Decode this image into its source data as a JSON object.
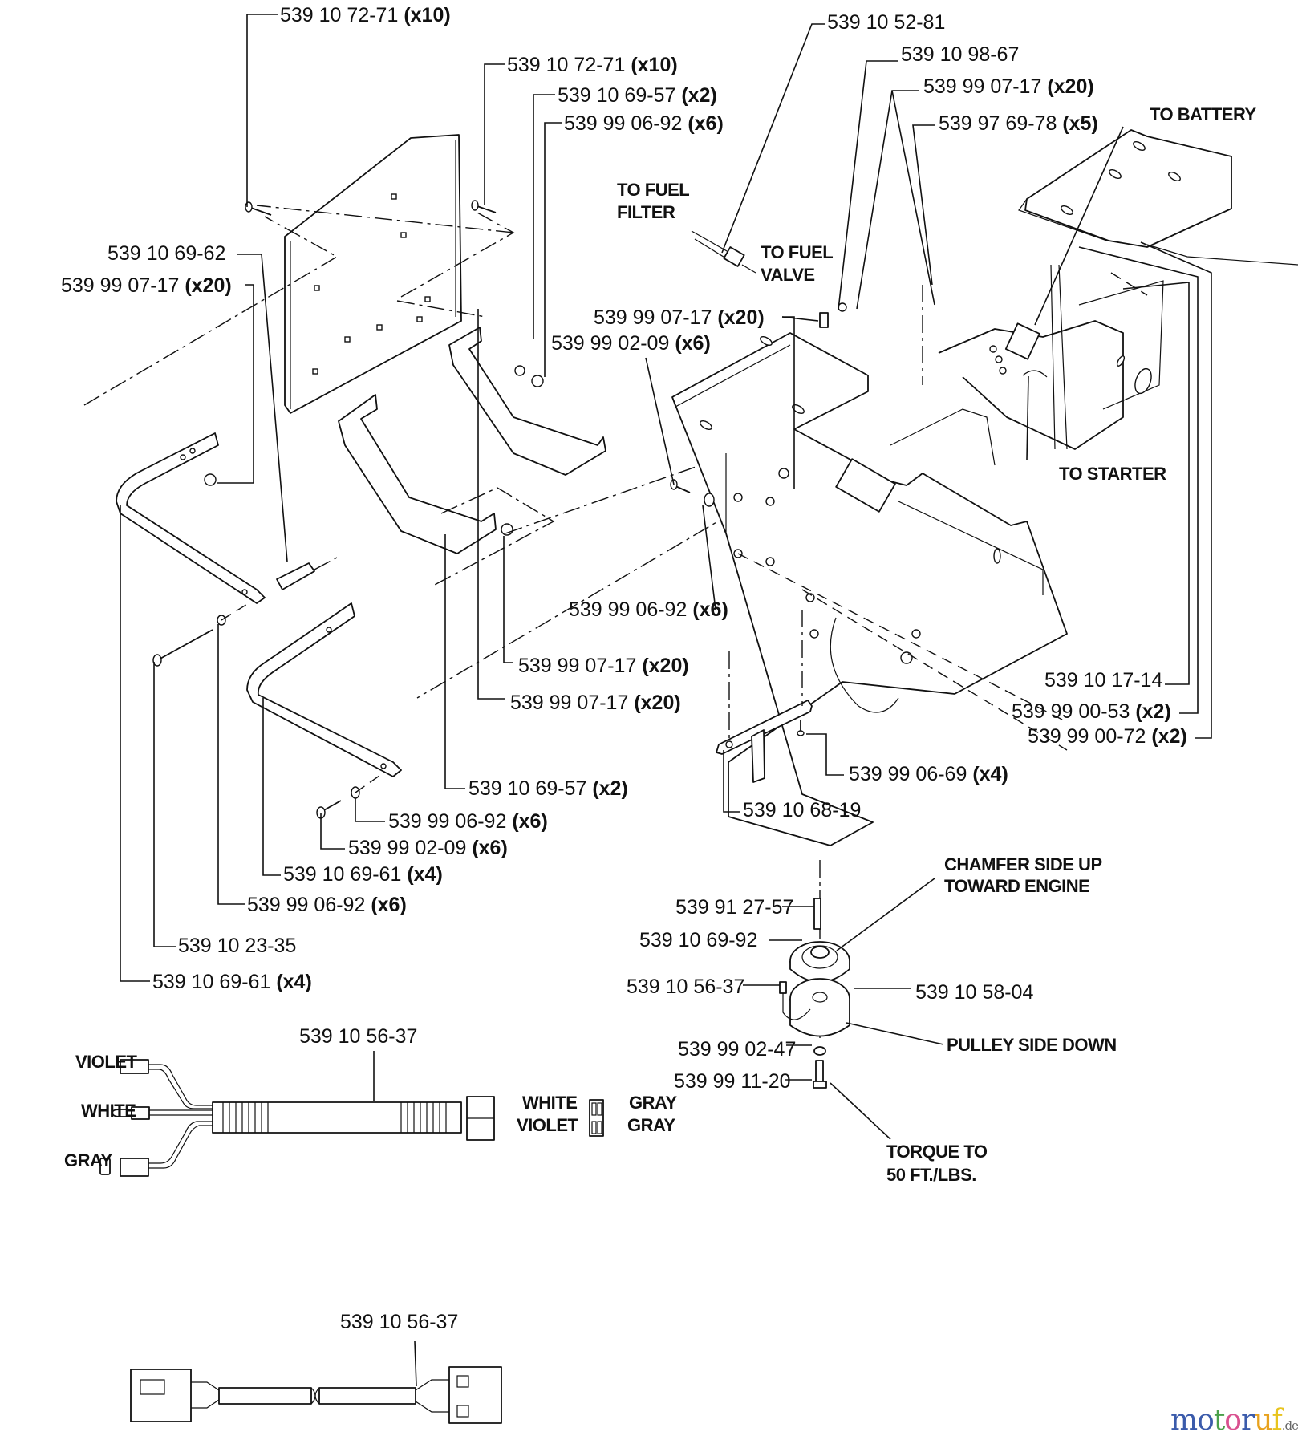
{
  "diagram": {
    "title": "Electrical clutch / frame mounting exploded parts diagram",
    "labels": [
      {
        "id": "l1",
        "part": "539 10 72-71",
        "qty": "(x10)"
      },
      {
        "id": "l2",
        "part": "539 10 72-71",
        "qty": "(x10)"
      },
      {
        "id": "l3",
        "part": "539 10 69-57",
        "qty": "(x2)"
      },
      {
        "id": "l4",
        "part": "539 99 06-92",
        "qty": "(x6)"
      },
      {
        "id": "l5",
        "part": "539 10 52-81",
        "qty": ""
      },
      {
        "id": "l6",
        "part": "539 10 98-67",
        "qty": ""
      },
      {
        "id": "l7",
        "part": "539 99 07-17",
        "qty": "(x20)"
      },
      {
        "id": "l8",
        "part": "539 97 69-78",
        "qty": "(x5)"
      },
      {
        "id": "l9",
        "part": "539 10 69-62",
        "qty": ""
      },
      {
        "id": "l10",
        "part": "539 99 07-17",
        "qty": "(x20)"
      },
      {
        "id": "l11",
        "part": "539 99 07-17",
        "qty": "(x20)"
      },
      {
        "id": "l12",
        "part": "539 99 02-09",
        "qty": "(x6)"
      },
      {
        "id": "l13",
        "part": "539 99 06-92",
        "qty": "(x6)"
      },
      {
        "id": "l14",
        "part": "539 99 07-17",
        "qty": "(x20)"
      },
      {
        "id": "l15",
        "part": "539 99 07-17",
        "qty": "(x20)"
      },
      {
        "id": "l16",
        "part": "539 10 17-14",
        "qty": ""
      },
      {
        "id": "l17",
        "part": "539 99 00-53",
        "qty": "(x2)"
      },
      {
        "id": "l18",
        "part": "539 99 00-72",
        "qty": "(x2)"
      },
      {
        "id": "l19",
        "part": "539 99 06-69",
        "qty": "(x4)"
      },
      {
        "id": "l20",
        "part": "539 10 68-19",
        "qty": ""
      },
      {
        "id": "l21",
        "part": "539 10 69-57",
        "qty": "(x2)"
      },
      {
        "id": "l22",
        "part": "539 99 06-92",
        "qty": "(x6)"
      },
      {
        "id": "l23",
        "part": "539 99 02-09",
        "qty": "(x6)"
      },
      {
        "id": "l24",
        "part": "539 10 69-61",
        "qty": "(x4)"
      },
      {
        "id": "l25",
        "part": "539 99 06-92",
        "qty": "(x6)"
      },
      {
        "id": "l26",
        "part": "539 10 23-35",
        "qty": ""
      },
      {
        "id": "l27",
        "part": "539 10 69-61",
        "qty": "(x4)"
      },
      {
        "id": "l28",
        "part": "539 91 27-57",
        "qty": ""
      },
      {
        "id": "l29",
        "part": "539 10 69-92",
        "qty": ""
      },
      {
        "id": "l30",
        "part": "539 10 56-37",
        "qty": ""
      },
      {
        "id": "l31",
        "part": "539 10 58-04",
        "qty": ""
      },
      {
        "id": "l32",
        "part": "539 99 02-47",
        "qty": ""
      },
      {
        "id": "l33",
        "part": "539 99 11-20",
        "qty": ""
      },
      {
        "id": "l34",
        "part": "539 10 56-37",
        "qty": ""
      },
      {
        "id": "l35",
        "part": "539 10 56-37",
        "qty": ""
      }
    ],
    "notes": {
      "to_fuel_filter": [
        "TO FUEL",
        "FILTER"
      ],
      "to_fuel_valve": [
        "TO FUEL",
        "VALVE"
      ],
      "to_battery": "TO BATTERY",
      "to_starter": "TO STARTER",
      "chamfer": [
        "CHAMFER SIDE UP",
        "TOWARD ENGINE"
      ],
      "pulley_side": "PULLEY SIDE DOWN",
      "torque": [
        "TORQUE TO",
        "50 FT./LBS."
      ]
    },
    "wire_colors": {
      "left_violet": "VIOLET",
      "left_white": "WHITE",
      "left_gray": "GRAY",
      "right_white": "WHITE",
      "right_violet": "VIOLET",
      "right_gray_1": "GRAY",
      "right_gray_2": "GRAY"
    }
  },
  "watermark": {
    "letters": [
      "m",
      "o",
      "t",
      "o",
      "r",
      "u",
      "f"
    ],
    "colors": [
      "#3b5bab",
      "#3b5bab",
      "#4aa04a",
      "#d9508f",
      "#3b5bab",
      "#e8a21e",
      "#e8c41e"
    ],
    "suffix": ".de"
  }
}
